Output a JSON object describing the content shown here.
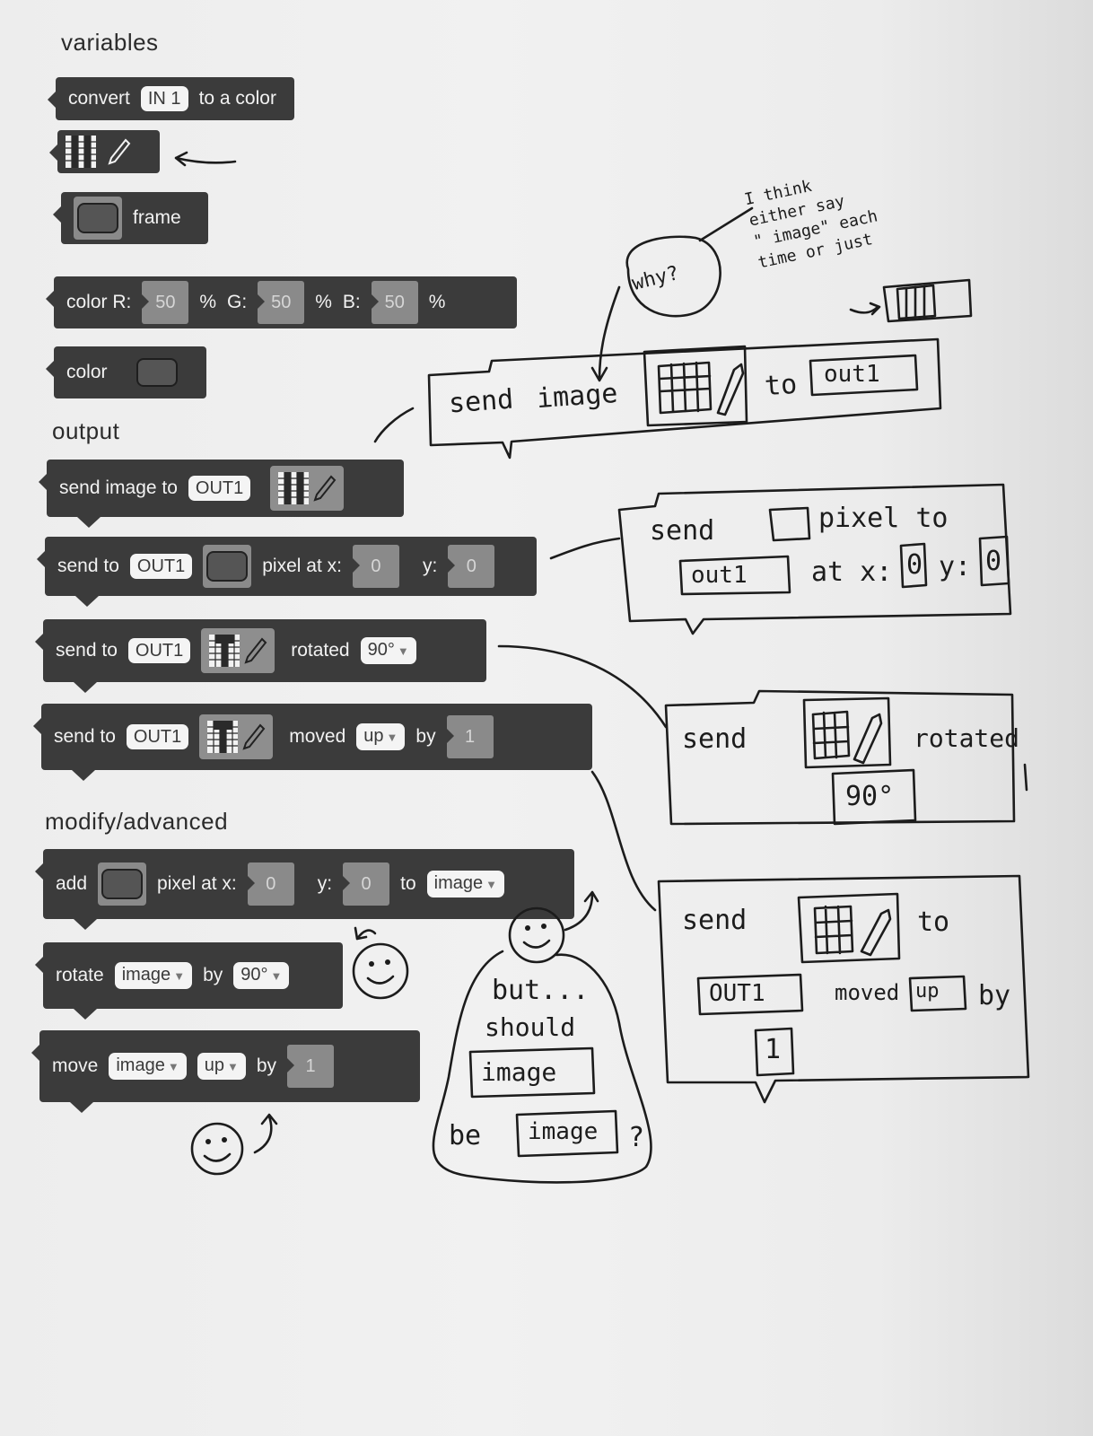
{
  "sections": {
    "variables": "variables",
    "output": "output",
    "modify": "modify/advanced"
  },
  "variables": {
    "convert": {
      "prefix": "convert",
      "input": "IN 1",
      "suffix": "to a color"
    },
    "frame": {
      "label": "frame"
    },
    "color_rgb": {
      "r_label": "color R:",
      "r": "50",
      "g_label": "G:",
      "g": "50",
      "b_label": "B:",
      "b": "50",
      "unit": "%"
    },
    "color": {
      "label": "color"
    }
  },
  "output": {
    "send_image": {
      "label": "send image to",
      "target": "OUT1"
    },
    "send_pixel": {
      "label": "send to",
      "target": "OUT1",
      "pixel_label": "pixel at x:",
      "x": "0",
      "y_label": "y:",
      "y": "0"
    },
    "send_rotated": {
      "label": "send to",
      "target": "OUT1",
      "rotated_label": "rotated",
      "angle": "90°"
    },
    "send_moved": {
      "label": "send to",
      "target": "OUT1",
      "moved_label": "moved",
      "direction": "up",
      "by_label": "by",
      "amount": "1"
    }
  },
  "modify": {
    "add": {
      "label": "add",
      "pixel_label": "pixel at x:",
      "x": "0",
      "y_label": "y:",
      "y": "0",
      "to_label": "to",
      "target": "image"
    },
    "rotate": {
      "label": "rotate",
      "target": "image",
      "by_label": "by",
      "angle": "90°"
    },
    "move": {
      "label": "move",
      "target": "image",
      "direction": "up",
      "by_label": "by",
      "amount": "1"
    }
  },
  "notes": {
    "why": "why?",
    "think_lines": [
      "I think",
      "either say",
      "\" image\" each",
      "time or just"
    ],
    "sketch1": {
      "send": "send",
      "image": "image",
      "to": "to",
      "out": "out1"
    },
    "sketch2": {
      "send": "send",
      "pixel_to": "pixel to",
      "out": "out1",
      "at_x": "at x:",
      "x": "0",
      "y_label": "y:",
      "y": "0"
    },
    "sketch3": {
      "send": "send",
      "rotated": "rotated",
      "angle": "90°"
    },
    "sketch4": {
      "send": "send",
      "to": "to",
      "out": "OUT1",
      "moved": "moved",
      "dir": "up",
      "by": "by",
      "amount": "1"
    },
    "question": {
      "but": "but...",
      "should": "should",
      "image": "image",
      "be": "be",
      "image2": "image",
      "q": "?"
    }
  },
  "icons": [
    "arrow-left-icon",
    "pixel-grid-icon",
    "pencil-icon",
    "dropdown-triangle-icon",
    "smiley-icon"
  ]
}
